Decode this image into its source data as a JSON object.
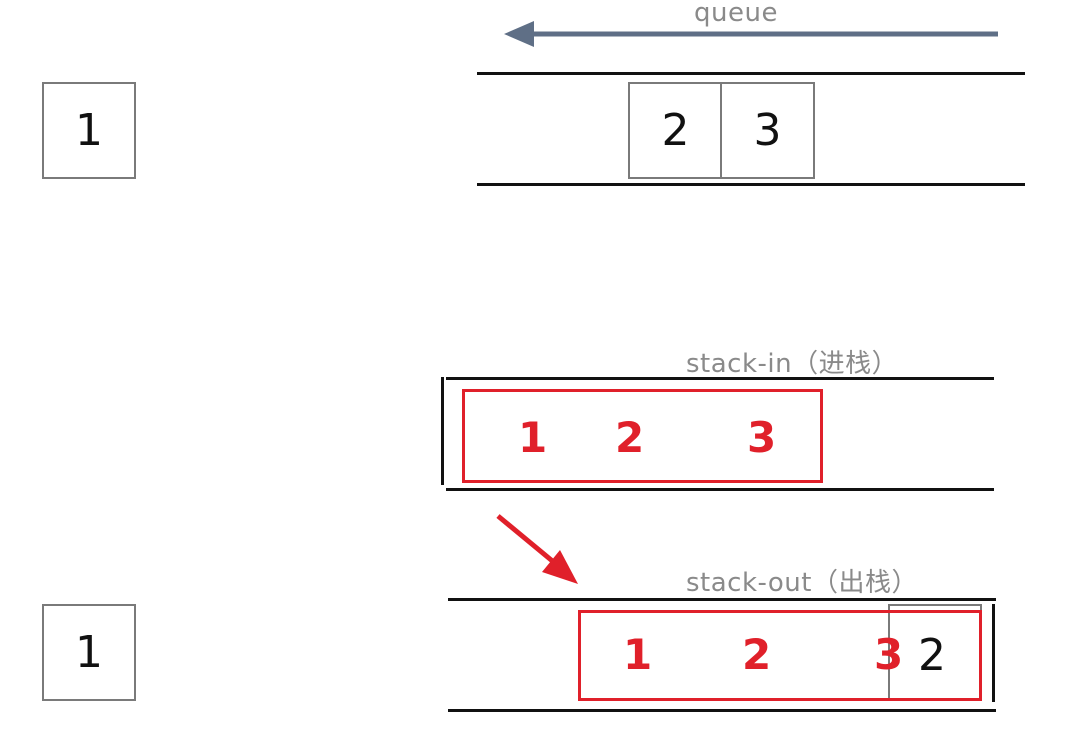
{
  "queue": {
    "label": "queue",
    "arrow_color": "#5f6f86",
    "cells": [
      "2",
      "3"
    ]
  },
  "left_top_box": "1",
  "left_bottom_box": "1",
  "stack_in": {
    "label": "stack-in（进栈）",
    "items": [
      "1",
      "2",
      "3"
    ]
  },
  "stack_out": {
    "label": "stack-out（出栈）",
    "items": [
      "1",
      "2",
      "3"
    ],
    "underlying_cell": "2"
  },
  "transfer_arrow_color": "#e0202a",
  "highlight_color": "#e0202a"
}
